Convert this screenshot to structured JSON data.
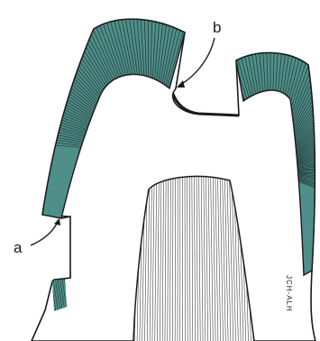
{
  "figure": {
    "labels": {
      "a": "a",
      "b": "b"
    },
    "signature": "JCH-ALH",
    "colors": {
      "enamel_fill": "#4f8f8a",
      "enamel_hatch": "#1e3432",
      "outline": "#1a1a1a",
      "dentin": "#ffffff",
      "pulp_hatch": "#444444"
    }
  }
}
